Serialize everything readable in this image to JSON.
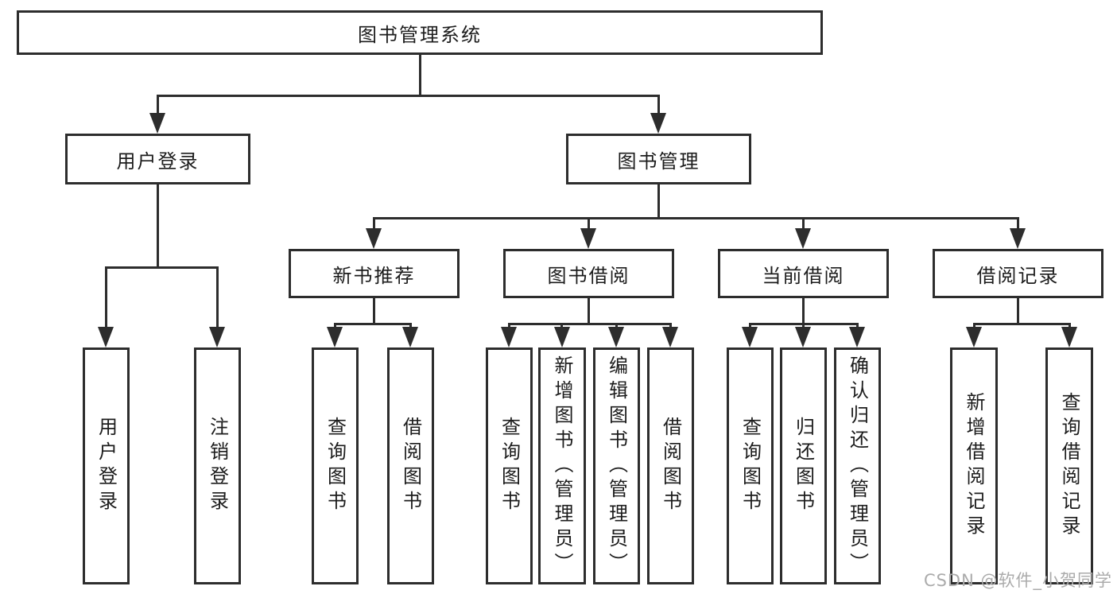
{
  "tree": {
    "label": "图书管理系统",
    "children": [
      {
        "label": "用户登录",
        "children": [
          {
            "label": "用户登录"
          },
          {
            "label": "注销登录"
          }
        ]
      },
      {
        "label": "图书管理",
        "children": [
          {
            "label": "新书推荐",
            "children": [
              {
                "label": "查询图书"
              },
              {
                "label": "借阅图书"
              }
            ]
          },
          {
            "label": "图书借阅",
            "children": [
              {
                "label": "查询图书"
              },
              {
                "label": "新增图书（管理员）"
              },
              {
                "label": "编辑图书（管理员）"
              },
              {
                "label": "借阅图书"
              }
            ]
          },
          {
            "label": "当前借阅",
            "children": [
              {
                "label": "查询图书"
              },
              {
                "label": "归还图书"
              },
              {
                "label": "确认归还（管理员）"
              }
            ]
          },
          {
            "label": "借阅记录",
            "children": [
              {
                "label": "新增借阅记录"
              },
              {
                "label": "查询借阅记录"
              }
            ]
          }
        ]
      }
    ]
  },
  "watermark": {
    "text": "CSDN @软件_小贺同学"
  },
  "colors": {
    "line": "#2d2d2d",
    "text": "#1c1c1c",
    "background": "#ffffff",
    "watermark": "#ababab"
  }
}
